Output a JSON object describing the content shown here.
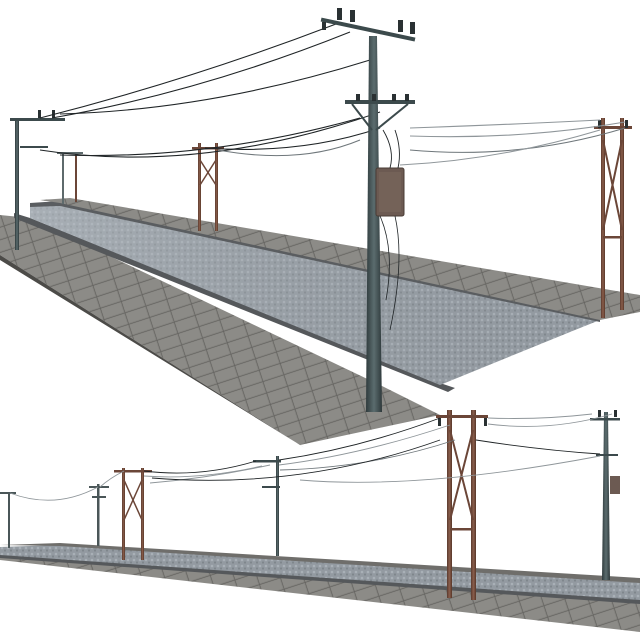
{
  "scene": {
    "background": "#ffffff",
    "colors": {
      "paver": "#7d7c79",
      "paver_light": "#9a9995",
      "paver_joint": "#5c5b58",
      "curb": "#55575a",
      "road": "#8d9298",
      "road_light": "#b6bcc3",
      "metal_pole": "#3c4a4c",
      "metal_pole_light": "#5a6b6d",
      "wood_pole": "#6b4638",
      "wood_pole_light": "#8a5e4c",
      "wire": "#1f2426",
      "wire_light": "#8f969a",
      "transformer": "#6c5a52",
      "insulator": "#2a3133"
    },
    "views": [
      {
        "name": "perspective-view",
        "objects": [
          "paved-sidewalk",
          "cobblestone-road",
          "curb",
          "concrete-utility-pole",
          "transformer-box",
          "wooden-h-frame-pole",
          "steel-pole-with-crossarm",
          "power-lines"
        ]
      },
      {
        "name": "side-view",
        "objects": [
          "paved-sidewalk",
          "cobblestone-road",
          "steel-poles",
          "wooden-h-frame-poles",
          "transformer-box",
          "power-lines"
        ]
      }
    ]
  }
}
